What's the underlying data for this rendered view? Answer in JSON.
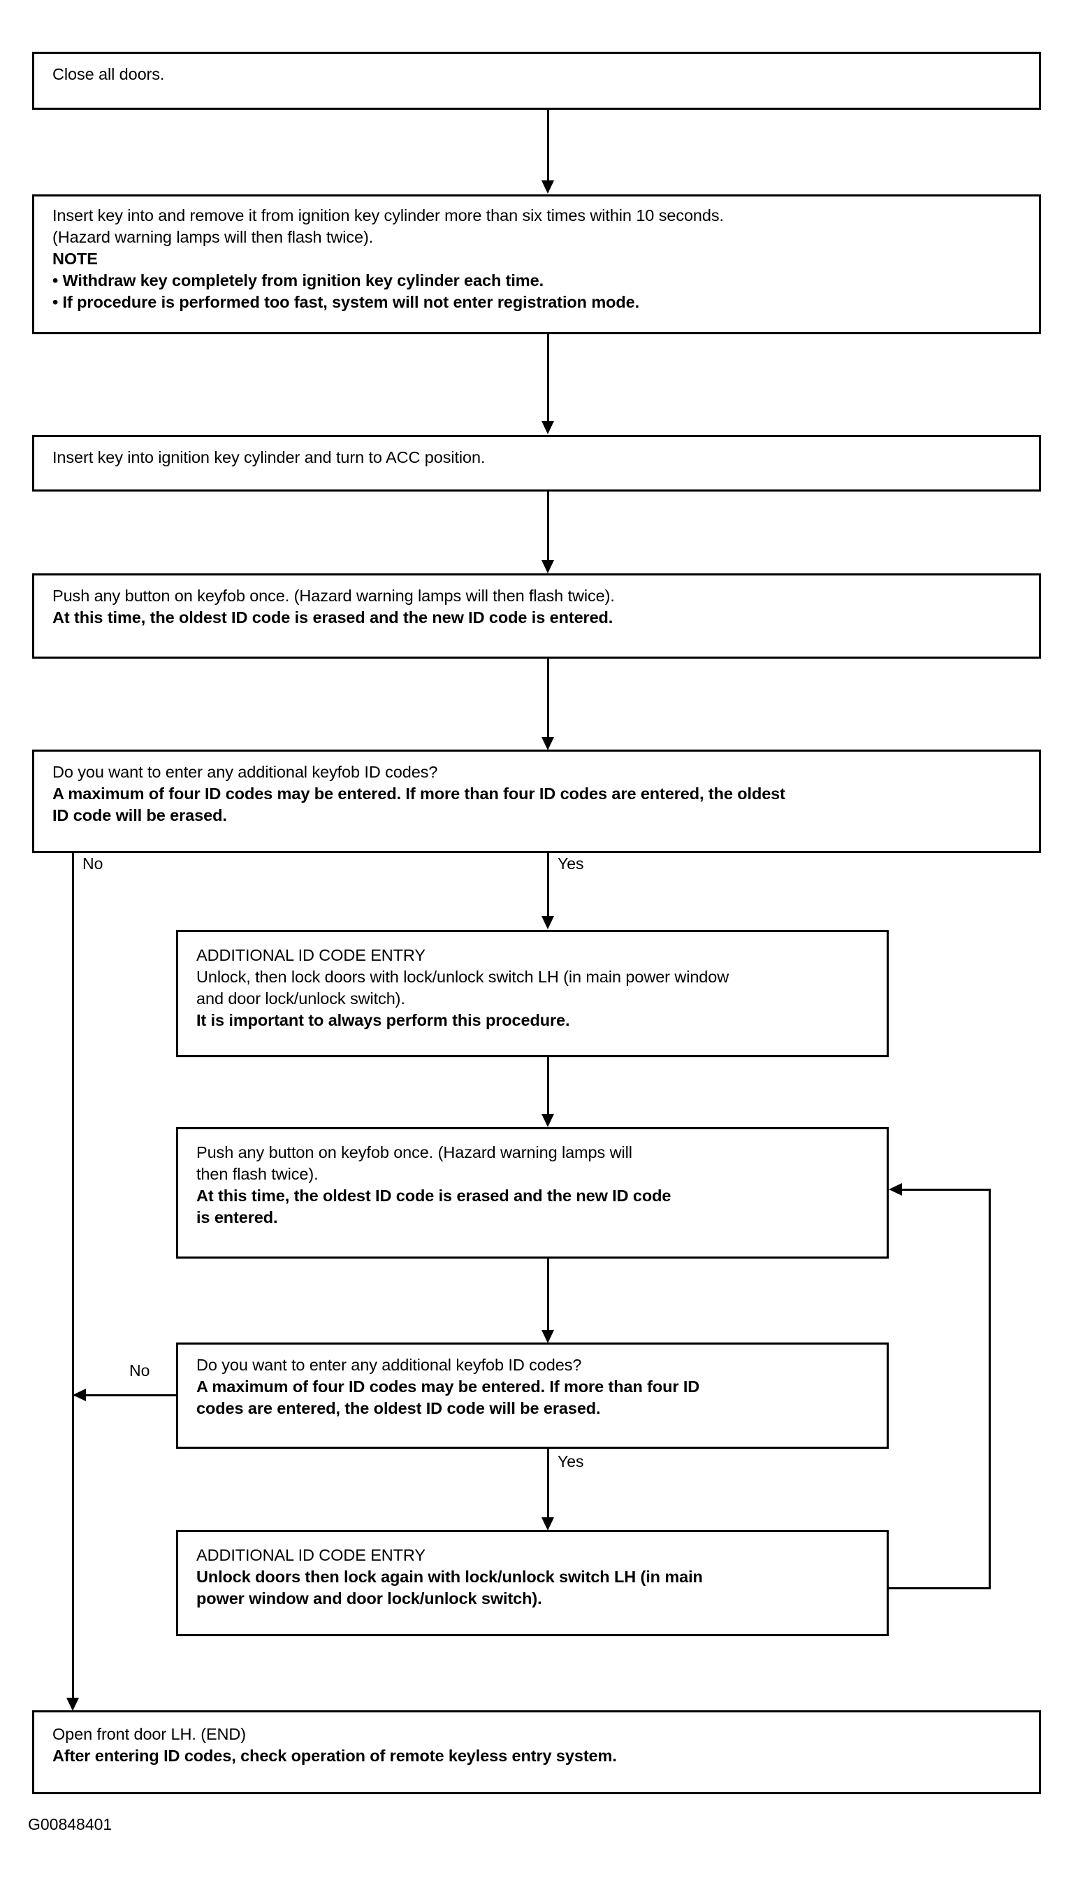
{
  "diagram": {
    "caption": "G00848401",
    "colors": {
      "ink": "#000000",
      "paper": "#ffffff"
    },
    "branch_labels": {
      "no_1": "No",
      "yes_1": "Yes",
      "no_2": "No",
      "yes_2": "Yes"
    },
    "nodes": {
      "step1": {
        "lines": [
          {
            "text": "Close all doors.",
            "bold": false
          }
        ]
      },
      "step2": {
        "lines": [
          {
            "text": "Insert key into and remove it from ignition key cylinder more than six times within 10 seconds.",
            "bold": false
          },
          {
            "text": "(Hazard warning lamps will then flash twice).",
            "bold": false
          },
          {
            "text": "NOTE",
            "bold": true
          },
          {
            "text": "• Withdraw key completely from ignition key cylinder each time.",
            "bold": true
          },
          {
            "text": "• If procedure is performed too fast, system will not enter registration mode.",
            "bold": true
          }
        ]
      },
      "step3": {
        "lines": [
          {
            "text": "Insert key into ignition key cylinder and turn to ACC position.",
            "bold": false
          }
        ]
      },
      "step4": {
        "lines": [
          {
            "text": "Push any button on keyfob once.  (Hazard warning lamps will then flash twice).",
            "bold": false
          },
          {
            "text": "At this time, the oldest ID code is erased and the new ID code is entered.",
            "bold": true
          }
        ]
      },
      "decision1": {
        "lines": [
          {
            "text": "Do you want to enter any additional keyfob ID codes?",
            "bold": false
          },
          {
            "text": "A maximum of four ID codes may be entered.  If more than four ID codes are entered, the oldest",
            "bold": true
          },
          {
            "text": "ID code will be erased.",
            "bold": true
          }
        ]
      },
      "step5": {
        "lines": [
          {
            "text": "ADDITIONAL ID CODE ENTRY",
            "bold": false
          },
          {
            "text": "Unlock, then lock doors with lock/unlock switch LH (in main power window",
            "bold": false
          },
          {
            "text": "and door lock/unlock switch).",
            "bold": false
          },
          {
            "text": "It is important to always perform this procedure.",
            "bold": true
          }
        ]
      },
      "step6": {
        "lines": [
          {
            "text": "Push any button on keyfob once.  (Hazard warning lamps will",
            "bold": false
          },
          {
            "text": "then flash twice).",
            "bold": false
          },
          {
            "text": "At this time, the oldest ID code is erased and the new ID code",
            "bold": true
          },
          {
            "text": "is entered.",
            "bold": true
          }
        ]
      },
      "decision2": {
        "lines": [
          {
            "text": "Do you want to enter any additional keyfob ID codes?",
            "bold": false
          },
          {
            "text": "A maximum of four ID codes may be entered.  If more than four ID",
            "bold": true
          },
          {
            "text": "codes are entered, the oldest ID code will be erased.",
            "bold": true
          }
        ]
      },
      "step7": {
        "lines": [
          {
            "text": "ADDITIONAL ID CODE ENTRY",
            "bold": false
          },
          {
            "text": "Unlock doors then lock again with lock/unlock switch LH (in main",
            "bold": true
          },
          {
            "text": "power window and door lock/unlock switch).",
            "bold": true
          }
        ]
      },
      "end": {
        "lines": [
          {
            "text": "Open front door LH.  (END)",
            "bold": false
          },
          {
            "text": "After entering ID codes, check operation of remote keyless entry system.",
            "bold": true
          }
        ]
      }
    }
  }
}
